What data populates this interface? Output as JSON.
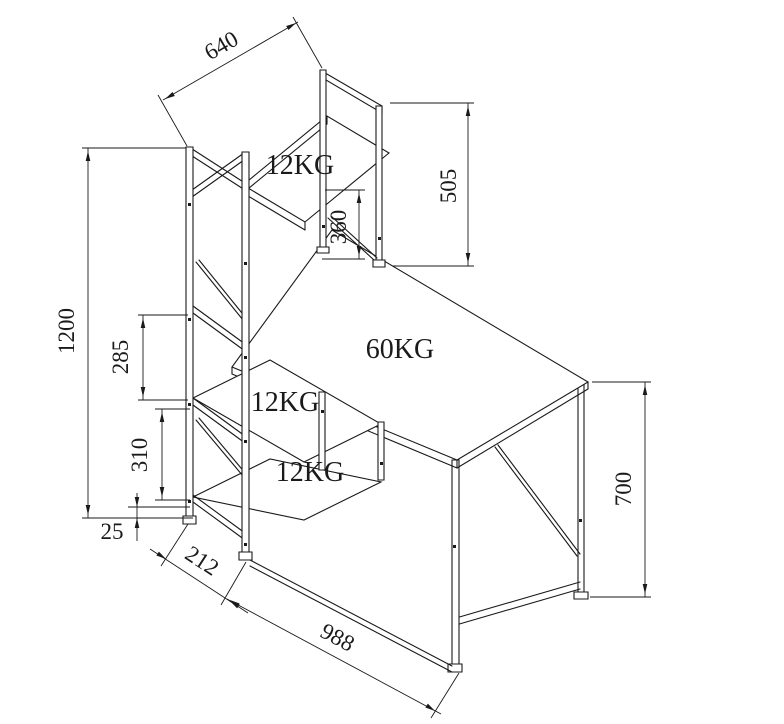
{
  "page": {
    "background": "#ffffff",
    "line_color": "#1a1a1a"
  },
  "load_labels": {
    "hutch_shelf": "12KG",
    "desktop": "60KG",
    "middle_shelf": "12KG",
    "lower_shelf": "12KG"
  },
  "dimensions": {
    "hutch_shelf_length": "640",
    "hutch_riser_height": "505",
    "monitor_riser_height": "360",
    "tower_height": "1200",
    "upper_shelf_gap": "285",
    "lower_shelf_gap": "310",
    "base_clearance": "25",
    "tower_depth": "212",
    "desk_length": "988",
    "desk_height": "700"
  }
}
